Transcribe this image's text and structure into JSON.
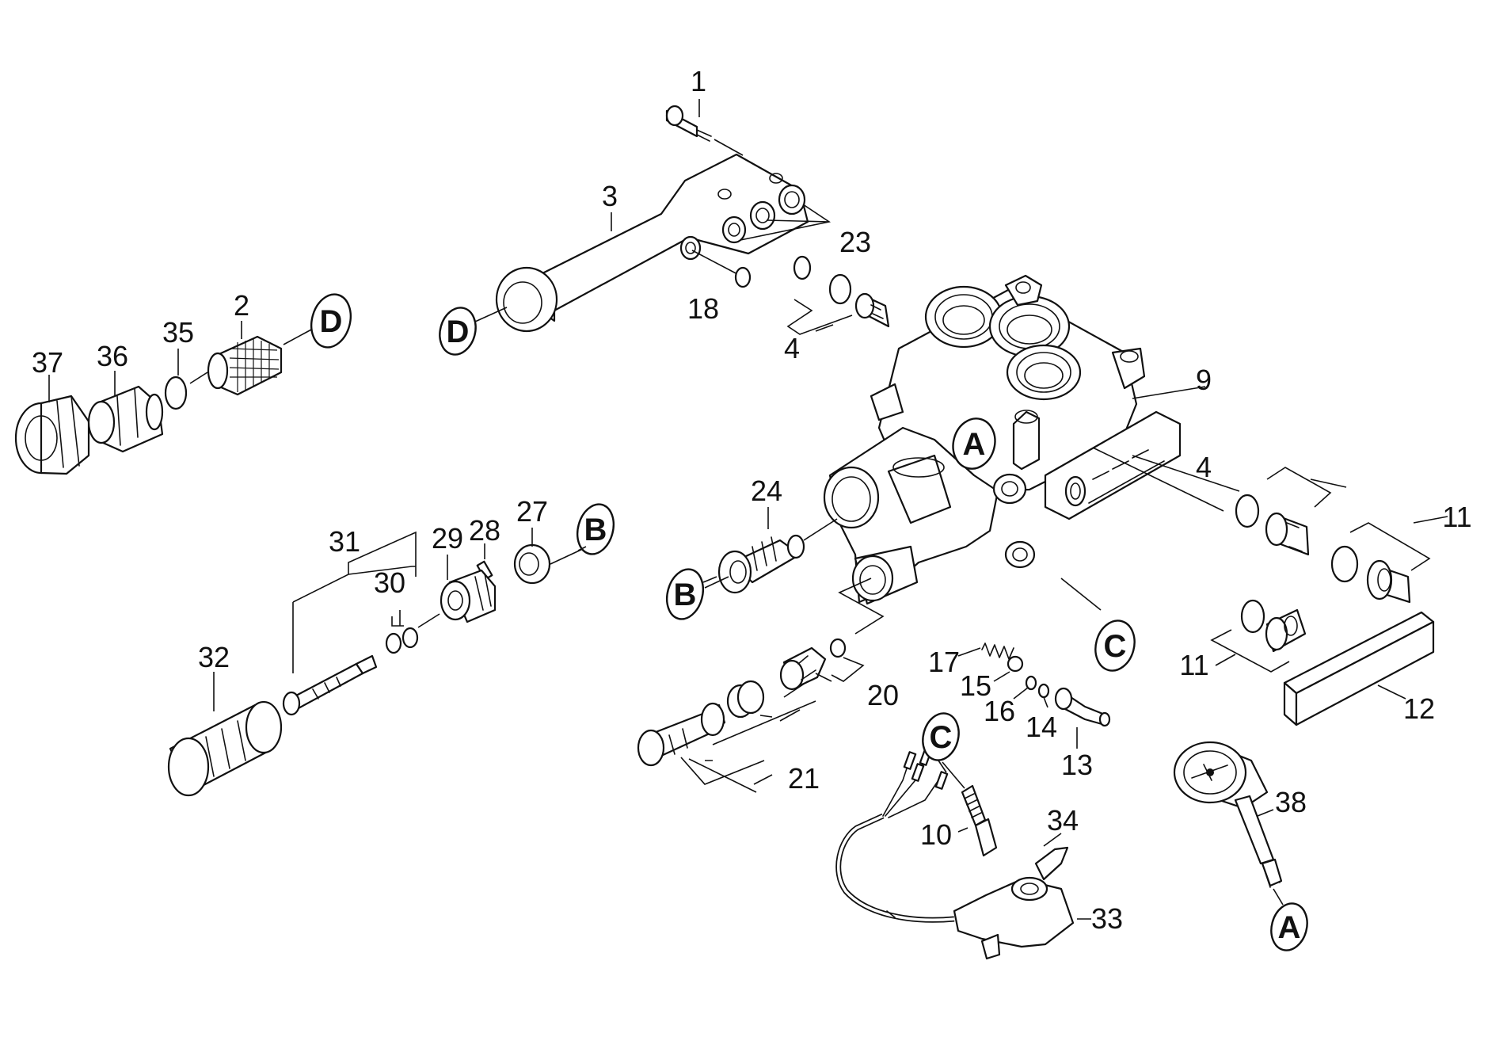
{
  "callouts": {
    "c1": "1",
    "c2": "2",
    "c3": "3",
    "c4a": "4",
    "c4b": "4",
    "c9": "9",
    "c10": "10",
    "c11a": "11",
    "c11b": "11",
    "c12": "12",
    "c13": "13",
    "c14": "14",
    "c15": "15",
    "c16": "16",
    "c17": "17",
    "c18": "18",
    "c20": "20",
    "c21": "21",
    "c23": "23",
    "c24": "24",
    "c27": "27",
    "c28": "28",
    "c29": "29",
    "c30": "30",
    "c31": "31",
    "c32": "32",
    "c33": "33",
    "c34": "34",
    "c35": "35",
    "c36": "36",
    "c37": "37",
    "c38": "38"
  },
  "refs": {
    "a_top": "A",
    "a_bottom": "A",
    "b_right": "B",
    "b_left": "B",
    "c_right": "C",
    "c_top": "C",
    "d_right": "D",
    "d_left": "D"
  }
}
